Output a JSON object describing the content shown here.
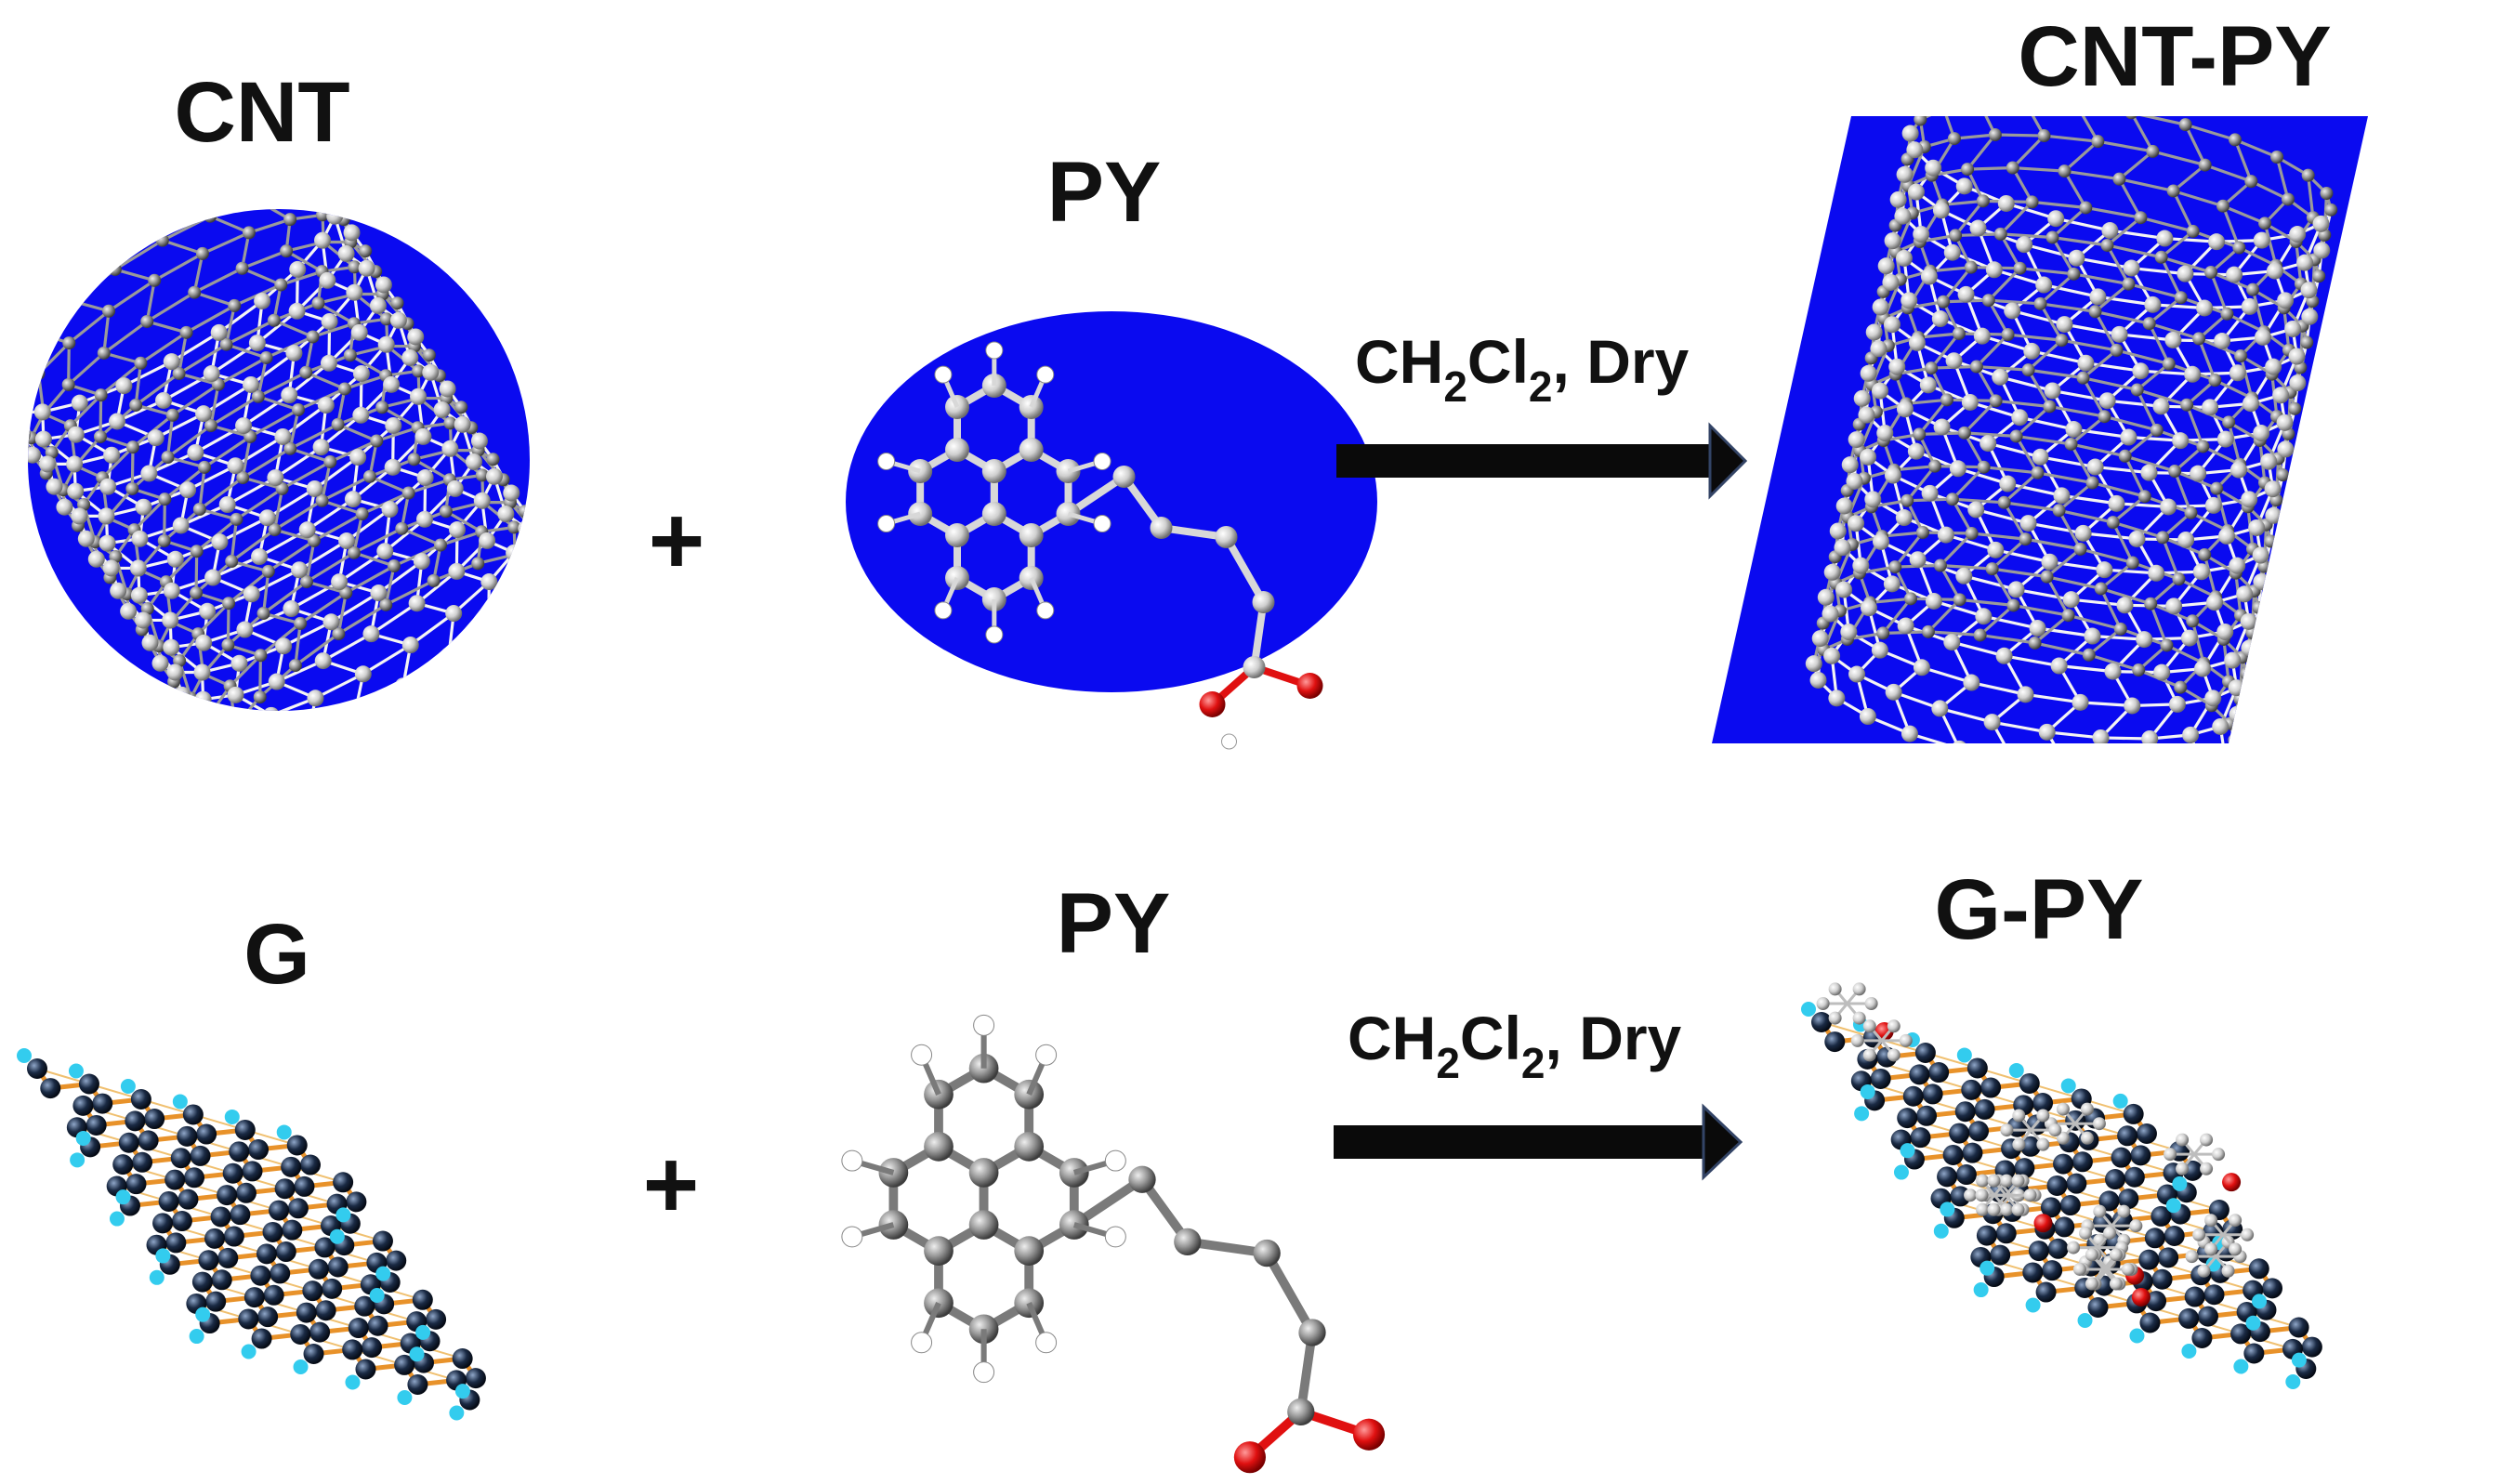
{
  "labels": {
    "cnt": "CNT",
    "py_top": "PY",
    "cnt_py": "CNT-PY",
    "g": "G",
    "py_bottom": "PY",
    "g_py": "G-PY",
    "plus": "+"
  },
  "conditions": {
    "top": {
      "main1": "CH",
      "sub1": "2",
      "main2": "Cl",
      "sub2": "2",
      "tail": ", Dry"
    },
    "bottom": {
      "main1": "CH",
      "sub1": "2",
      "main2": "Cl",
      "sub2": "2",
      "tail": ", Dry"
    }
  },
  "colors": {
    "background_blue": "#0a0af0",
    "carbon_grey": "#c8c8c8",
    "oxygen_red": "#e01010",
    "graphene_node": "#1a2a44",
    "graphene_bond": "#e8922a",
    "graphene_edge_h": "#33ccee",
    "arrow": "#0a0a0a"
  }
}
